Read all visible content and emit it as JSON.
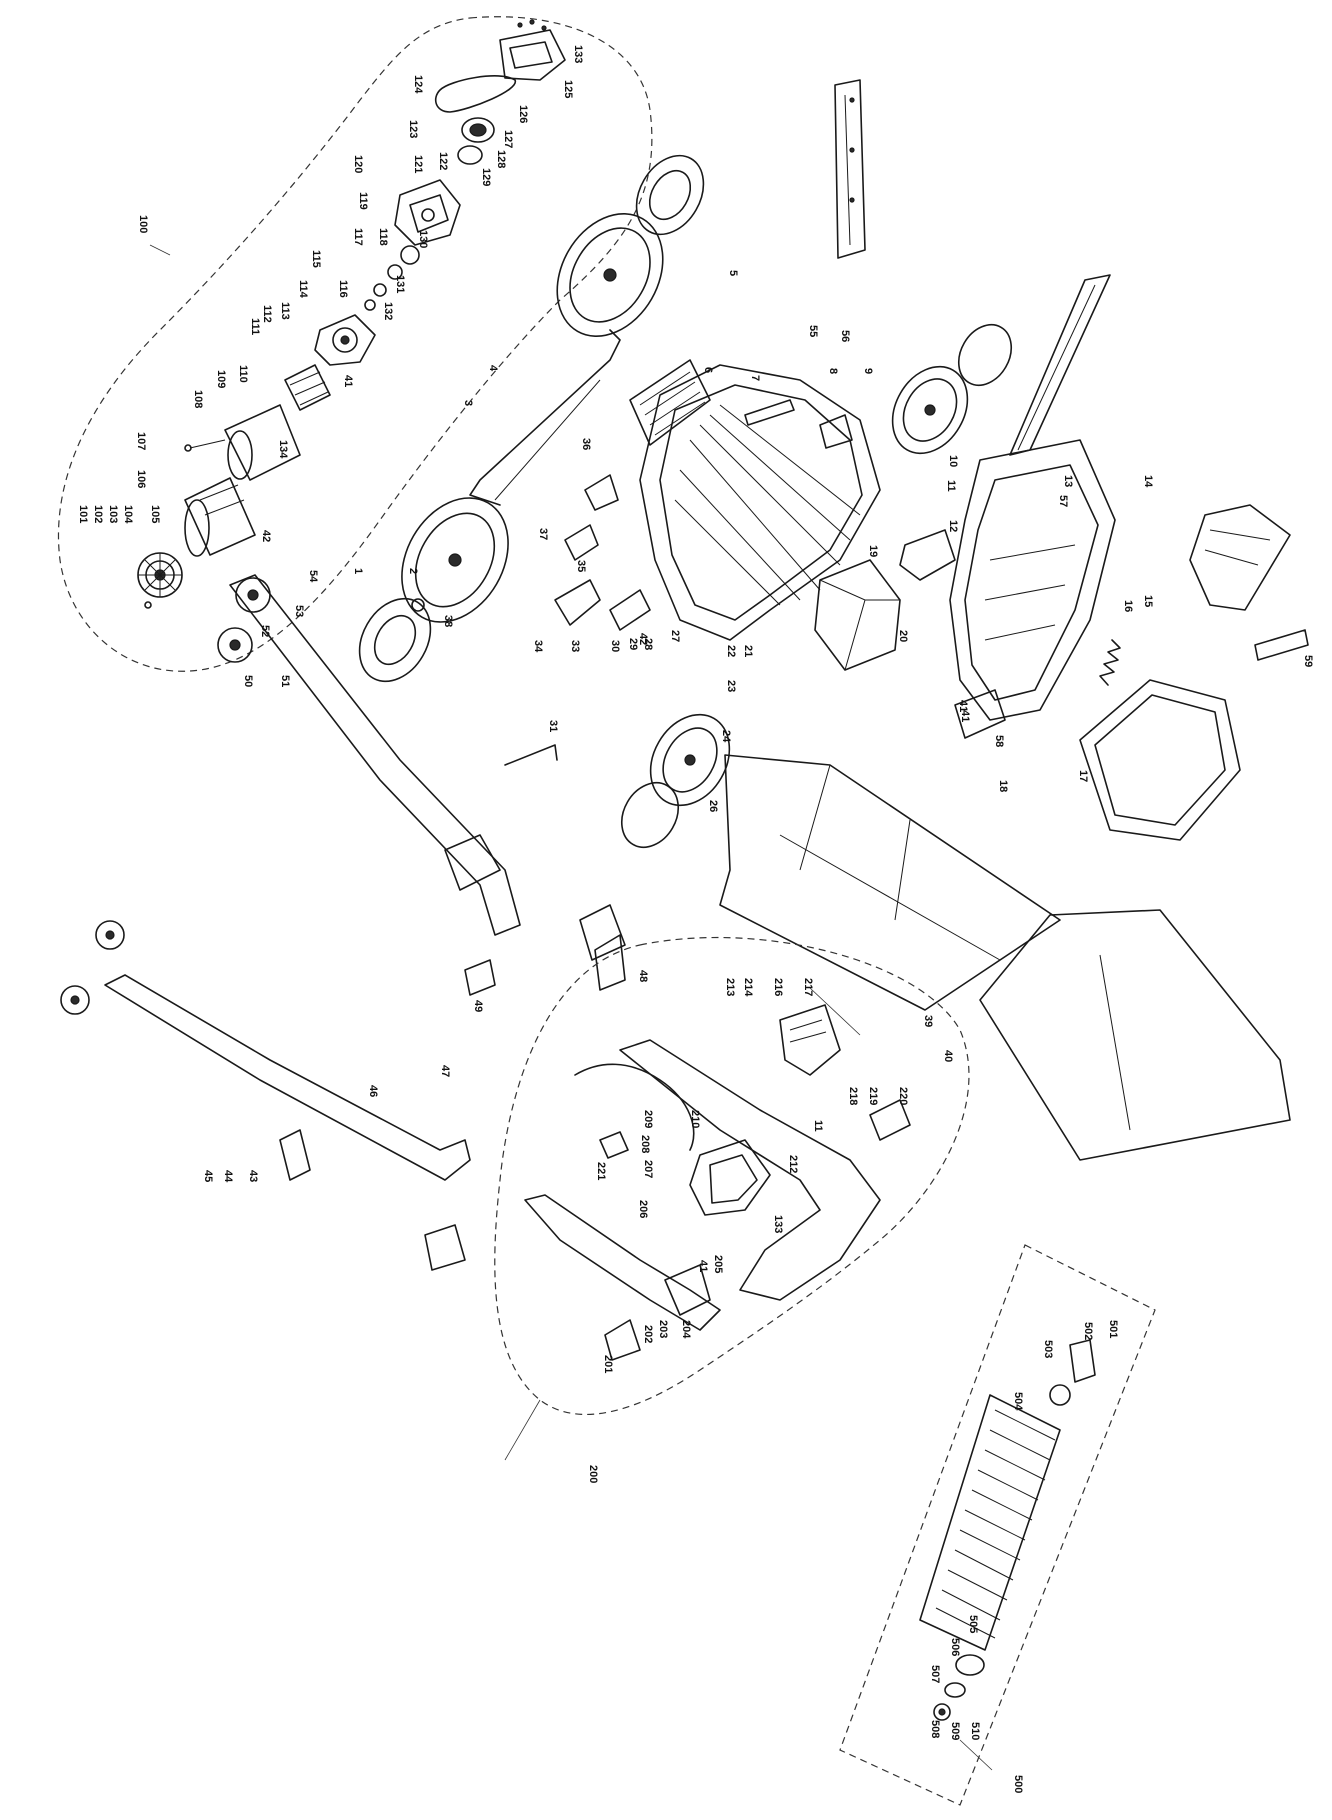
{
  "diagram": {
    "callouts": [
      {
        "id": "c133",
        "label": "133"
      },
      {
        "id": "c125",
        "label": "125"
      },
      {
        "id": "c124",
        "label": "124"
      },
      {
        "id": "c126",
        "label": "126"
      },
      {
        "id": "c127",
        "label": "127"
      },
      {
        "id": "c128",
        "label": "128"
      },
      {
        "id": "c129",
        "label": "129"
      },
      {
        "id": "c123",
        "label": "123"
      },
      {
        "id": "c122",
        "label": "122"
      },
      {
        "id": "c121",
        "label": "121"
      },
      {
        "id": "c120",
        "label": "120"
      },
      {
        "id": "c119",
        "label": "119"
      },
      {
        "id": "c118",
        "label": "118"
      },
      {
        "id": "c130",
        "label": "130"
      },
      {
        "id": "c117",
        "label": "117"
      },
      {
        "id": "c131",
        "label": "131"
      },
      {
        "id": "c116",
        "label": "116"
      },
      {
        "id": "c132",
        "label": "132"
      },
      {
        "id": "c115",
        "label": "115"
      },
      {
        "id": "c114",
        "label": "114"
      },
      {
        "id": "c113",
        "label": "113"
      },
      {
        "id": "c112",
        "label": "112"
      },
      {
        "id": "c111",
        "label": "111"
      },
      {
        "id": "c41a",
        "label": "41"
      },
      {
        "id": "c110",
        "label": "110"
      },
      {
        "id": "c109",
        "label": "109"
      },
      {
        "id": "c108",
        "label": "108"
      },
      {
        "id": "c107",
        "label": "107"
      },
      {
        "id": "c134",
        "label": "134"
      },
      {
        "id": "c106",
        "label": "106"
      },
      {
        "id": "c105",
        "label": "105"
      },
      {
        "id": "c104",
        "label": "104"
      },
      {
        "id": "c103",
        "label": "103"
      },
      {
        "id": "c102",
        "label": "102"
      },
      {
        "id": "c101",
        "label": "101"
      },
      {
        "id": "c42a",
        "label": "42"
      },
      {
        "id": "c100",
        "label": "100"
      },
      {
        "id": "c1",
        "label": "1"
      },
      {
        "id": "c2",
        "label": "2"
      },
      {
        "id": "c38",
        "label": "38"
      },
      {
        "id": "c3",
        "label": "3"
      },
      {
        "id": "c4",
        "label": "4"
      },
      {
        "id": "c5",
        "label": "5"
      },
      {
        "id": "c6",
        "label": "6"
      },
      {
        "id": "c7",
        "label": "7"
      },
      {
        "id": "c8",
        "label": "8"
      },
      {
        "id": "c9",
        "label": "9"
      },
      {
        "id": "c10",
        "label": "10"
      },
      {
        "id": "c11a",
        "label": "11"
      },
      {
        "id": "c12",
        "label": "12"
      },
      {
        "id": "c13",
        "label": "13"
      },
      {
        "id": "c14",
        "label": "14"
      },
      {
        "id": "c15",
        "label": "15"
      },
      {
        "id": "c16",
        "label": "16"
      },
      {
        "id": "c17",
        "label": "17"
      },
      {
        "id": "c18",
        "label": "18"
      },
      {
        "id": "c19",
        "label": "19"
      },
      {
        "id": "c20",
        "label": "20"
      },
      {
        "id": "c21",
        "label": "21"
      },
      {
        "id": "c22",
        "label": "22"
      },
      {
        "id": "c23",
        "label": "23"
      },
      {
        "id": "c24",
        "label": "24"
      },
      {
        "id": "c26",
        "label": "26"
      },
      {
        "id": "c27",
        "label": "27"
      },
      {
        "id": "c28",
        "label": "28"
      },
      {
        "id": "c29",
        "label": "29"
      },
      {
        "id": "c30",
        "label": "30"
      },
      {
        "id": "c31",
        "label": "31"
      },
      {
        "id": "c33",
        "label": "33"
      },
      {
        "id": "c34",
        "label": "34"
      },
      {
        "id": "c35",
        "label": "35"
      },
      {
        "id": "c36",
        "label": "36"
      },
      {
        "id": "c37",
        "label": "37"
      },
      {
        "id": "c39",
        "label": "39"
      },
      {
        "id": "c40",
        "label": "40"
      },
      {
        "id": "c41b",
        "label": "41"
      },
      {
        "id": "c42b",
        "label": "42"
      },
      {
        "id": "c43",
        "label": "43"
      },
      {
        "id": "c44",
        "label": "44"
      },
      {
        "id": "c45",
        "label": "45"
      },
      {
        "id": "c46",
        "label": "46"
      },
      {
        "id": "c47",
        "label": "47"
      },
      {
        "id": "c48",
        "label": "48"
      },
      {
        "id": "c49",
        "label": "49"
      },
      {
        "id": "c50",
        "label": "50"
      },
      {
        "id": "c51",
        "label": "51"
      },
      {
        "id": "c53",
        "label": "53"
      },
      {
        "id": "c52",
        "label": "52"
      },
      {
        "id": "c54",
        "label": "54"
      },
      {
        "id": "c55",
        "label": "55"
      },
      {
        "id": "c56",
        "label": "56"
      },
      {
        "id": "c57",
        "label": "57"
      },
      {
        "id": "c58",
        "label": "58"
      },
      {
        "id": "c59",
        "label": "59"
      },
      {
        "id": "c41c",
        "label": "41"
      },
      {
        "id": "c200",
        "label": "200"
      },
      {
        "id": "c201",
        "label": "201"
      },
      {
        "id": "c202",
        "label": "202"
      },
      {
        "id": "c203",
        "label": "203"
      },
      {
        "id": "c204",
        "label": "204"
      },
      {
        "id": "c41d",
        "label": "41"
      },
      {
        "id": "c205",
        "label": "205"
      },
      {
        "id": "c206",
        "label": "206"
      },
      {
        "id": "c207",
        "label": "207"
      },
      {
        "id": "c208",
        "label": "208"
      },
      {
        "id": "c209",
        "label": "209"
      },
      {
        "id": "c210",
        "label": "210"
      },
      {
        "id": "c11b",
        "label": "11"
      },
      {
        "id": "c212",
        "label": "212"
      },
      {
        "id": "c213",
        "label": "213"
      },
      {
        "id": "c214",
        "label": "214"
      },
      {
        "id": "c216",
        "label": "216"
      },
      {
        "id": "c217",
        "label": "217"
      },
      {
        "id": "c218",
        "label": "218"
      },
      {
        "id": "c219",
        "label": "219"
      },
      {
        "id": "c220",
        "label": "220"
      },
      {
        "id": "c221",
        "label": "221"
      },
      {
        "id": "c133b",
        "label": "133"
      },
      {
        "id": "c500",
        "label": "500"
      },
      {
        "id": "c501",
        "label": "501"
      },
      {
        "id": "c502",
        "label": "502"
      },
      {
        "id": "c503",
        "label": "503"
      },
      {
        "id": "c504",
        "label": "504"
      },
      {
        "id": "c505",
        "label": "505"
      },
      {
        "id": "c506",
        "label": "506"
      },
      {
        "id": "c507",
        "label": "507"
      },
      {
        "id": "c508",
        "label": "508"
      },
      {
        "id": "c509",
        "label": "509"
      },
      {
        "id": "c510",
        "label": "510"
      }
    ]
  }
}
